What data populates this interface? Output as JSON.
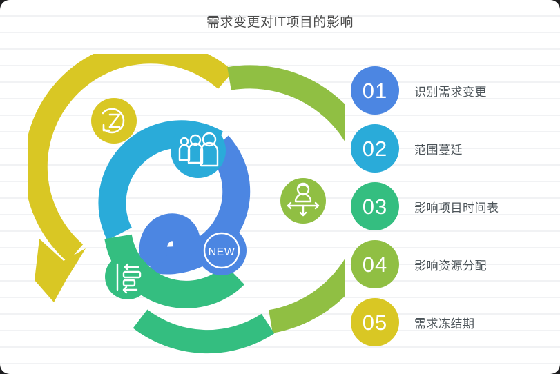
{
  "title": "需求变更对IT项目的影响",
  "colors": {
    "blue": "#4c86e2",
    "cyan": "#2aabd9",
    "green": "#34be80",
    "olive": "#90bf43",
    "yellow": "#d9c724",
    "title_text": "#4a4a4a",
    "label_text": "#4b5358",
    "sheet": "#ffffff",
    "rule_line": "#f1f2f4"
  },
  "legend": {
    "items": [
      {
        "number": "01",
        "label": "识别需求变更",
        "color": "#4c86e2"
      },
      {
        "number": "02",
        "label": "范围蔓延",
        "color": "#2aabd9"
      },
      {
        "number": "03",
        "label": "影响项目时间表",
        "color": "#34be80"
      },
      {
        "number": "04",
        "label": "影响资源分配",
        "color": "#90bf43"
      },
      {
        "number": "05",
        "label": "需求冻结期",
        "color": "#d9c724"
      }
    ]
  },
  "diagram": {
    "outer_ring": {
      "segments": [
        {
          "name": "freeze-period-arc",
          "color": "#d9c724",
          "has_arrowhead": true
        },
        {
          "name": "resource-impact-arc",
          "color": "#90bf43",
          "has_arrowhead": false
        },
        {
          "name": "timeline-impact-arc",
          "color": "#34be80",
          "has_arrowhead": false
        }
      ]
    },
    "inner_ring": {
      "segments": [
        {
          "name": "identify-change-arc",
          "color": "#2aabd9"
        },
        {
          "name": "scope-creep-arc",
          "color": "#4c86e2"
        },
        {
          "name": "timeline-arc",
          "color": "#34be80"
        }
      ]
    },
    "nodes": [
      {
        "name": "freeze-sleep-node",
        "icon": "sleep-z-icon",
        "color": "#d9c724"
      },
      {
        "name": "resource-node",
        "icon": "resource-arrows-icon",
        "color": "#90bf43"
      },
      {
        "name": "timeline-node",
        "icon": "gantt-chart-icon",
        "color": "#34be80"
      },
      {
        "name": "stakeholders-node",
        "icon": "people-group-icon",
        "color": "#2aabd9"
      },
      {
        "name": "new-change-node",
        "icon": "new-badge-icon",
        "color": "#4c86e2",
        "text": "NEW"
      }
    ]
  }
}
